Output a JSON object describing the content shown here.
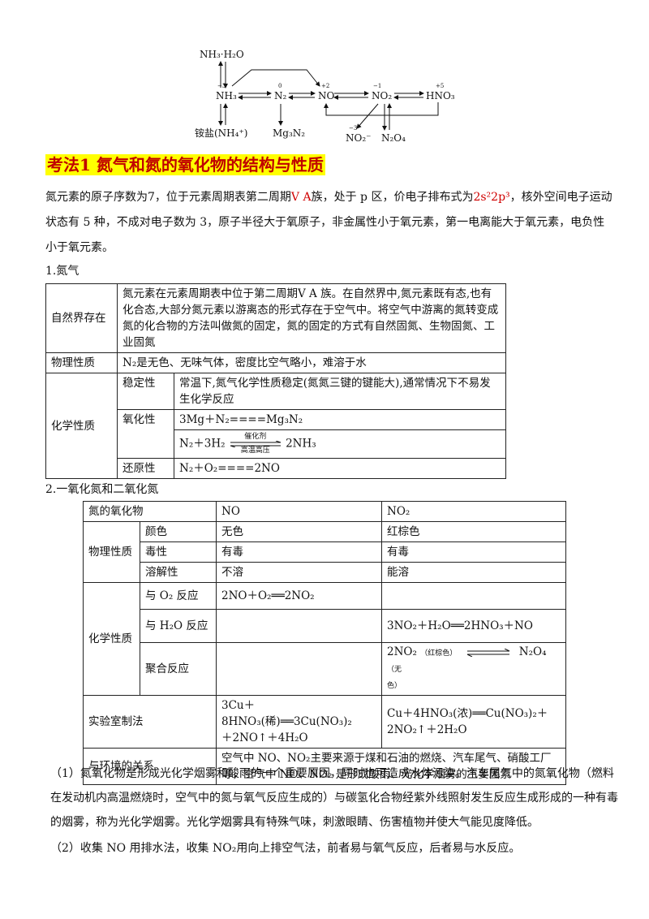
{
  "diagram": {
    "nh3h2o": "NH₃·H₂O",
    "nh3": "NH₃",
    "n2": "N₂",
    "no": "NO",
    "no2": "NO₂",
    "hno3": "HNO₃",
    "salt": "铵盐(NH₄⁺)",
    "mg3n2": "Mg₃N₂",
    "no2minus": "NO₂⁻",
    "n2o4": "N₂O₄",
    "ox_nh3": "−3",
    "ox_n2": "0",
    "ox_no": "+2",
    "ox_no2": "−1",
    "ox_hno3": "+5",
    "ox_no2minus": "−3"
  },
  "heading": {
    "num": "考法1",
    "title": "氮气和氮的氧化物的结构与性质"
  },
  "intro": {
    "part1": "氮元素的原子序数为7，位于元素周期表第二周期",
    "group": "Ⅴ A",
    "part2": "族，处于 p 区，价电子排布式为",
    "config": "2s²2p³",
    "part3": "，核外空间电子运动状态有 5 种，不成对电子数为 3，原子半径大于氧原子，非金属性小于氧元素，第一电离能大于氧元素，电负性小于氧元素。"
  },
  "section1": {
    "label": "1.氮气"
  },
  "table1": {
    "natural_label": "自然界存在",
    "natural_text": "氮元素在元素周期表中位于第二周期Ⅴ A 族。在自然界中,氮元素既有态,也有化合态,大部分氮元素以游离态的形式存在于空气中。将空气中游离的氮转变成氮的化合物的方法叫做氮的固定，氮的固定的方式有自然固氮、生物固氮、工业固氮",
    "physical_label": "物理性质",
    "physical_text": "N₂是无色、无味气体，密度比空气略小，难溶于水",
    "chemical_label": "化学性质",
    "stability_label": "稳定性",
    "stability_text": "常温下,氮气化学性质稳定(氮氮三键的键能大),通常情况下不易发生化学反应",
    "oxidizing_label": "氧化性",
    "ox_eq1": "3Mg＋N₂====Mg₃N₂",
    "ox_eq2_left": "N₂＋3H₂",
    "ox_eq2_cond_top": "催化剂",
    "ox_eq2_cond_bottom": "高温高压",
    "ox_eq2_right": "2NH₃",
    "reducing_label": "还原性",
    "red_eq": "N₂＋O₂====2NO"
  },
  "section2": {
    "label": "2.一氧化氮和二氧化氮"
  },
  "table2": {
    "h_col1": "氮的氧化物",
    "h_no": "NO",
    "h_no2": "NO₂",
    "phys_label": "物理性质",
    "color_label": "颜色",
    "color_no": "无色",
    "color_no2": "红棕色",
    "tox_label": "毒性",
    "tox_no": "有毒",
    "tox_no2": "有毒",
    "sol_label": "溶解性",
    "sol_no": "不溶",
    "sol_no2": "能溶",
    "chem_label": "化学性质",
    "o2_label": "与 O₂ 反应",
    "o2_no": "2NO＋O₂══2NO₂",
    "h2o_label": "与 H₂O 反应",
    "h2o_no2": "3NO₂＋H₂O══2HNO₃＋NO",
    "poly_label": "聚合反应",
    "poly_left": "2NO₂",
    "poly_left_note": "（红棕色）",
    "poly_right": "N₂O₄",
    "poly_right_note": "（无",
    "poly_right_note2": "色）",
    "lab_label": "实验室制法",
    "lab_no_1": "3Cu＋8HNO₃(稀)══3Cu(NO₃)₂",
    "lab_no_2": "＋2NO↑＋4H₂O",
    "lab_no2_1": "Cu＋4HNO₃(浓)══Cu(NO₃)₂＋",
    "lab_no2_2": "2NO₂↑＋2H₂O",
    "env_label": "与环境的关系",
    "env_text": "空气中 NO、NO₂主要来源于煤和石油的燃烧、汽车尾气、硝酸工厂等，空气中 NO、NO₂ 是形成酸雨、光化学烟雾的主要因素"
  },
  "notes": {
    "n1": "（1）氮氧化物是形成光化学烟雾和酸雨的一个重要原因，同时也可造成水体污染。汽车尾气中的氮氧化物（燃料在发动机内高温燃烧时，空气中的氮与氧气反应生成的）与碳氢化合物经紫外线照射发生反应生成形成的一种有毒的烟雾，称为光化学烟雾。光化学烟雾具有特殊气味，刺激眼睛、伤害植物并使大气能见度降低。",
    "n2": "（2）收集 NO 用排水法，收集 NO₂用向上排空气法，前者易与氧气反应，后者易与水反应。"
  }
}
